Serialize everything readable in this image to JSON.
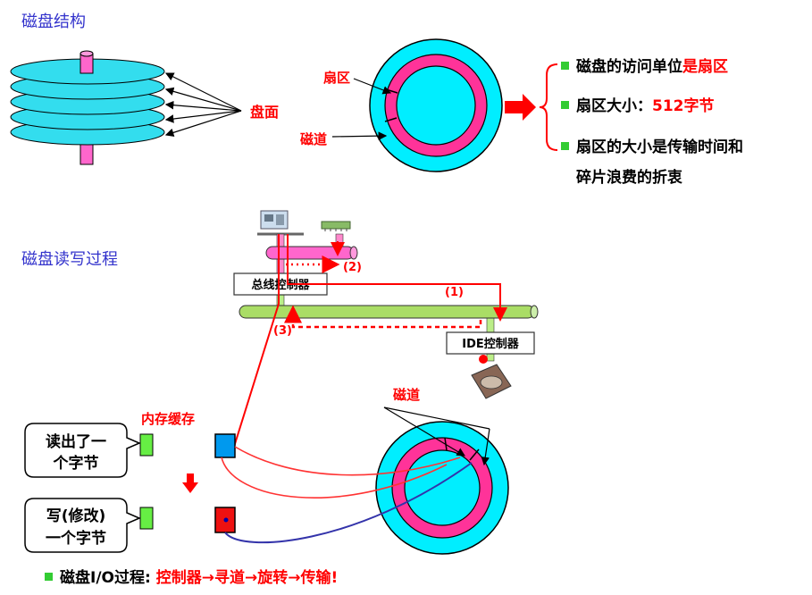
{
  "sections": {
    "structure_title": "磁盘结构",
    "rw_title": "磁盘读写过程"
  },
  "structure": {
    "platter_label": "盘面",
    "sector_label": "扇区",
    "track_label": "磁道"
  },
  "bullets": [
    {
      "prefix": "磁盘的访问单位",
      "highlight": "是扇区",
      "suffix": ""
    },
    {
      "prefix": "扇区大小：",
      "highlight": "512字节",
      "suffix": ""
    },
    {
      "line1": "扇区的大小是传输时间和",
      "line2": "碎片浪费的折衷"
    }
  ],
  "bus": {
    "bus_controller": "总线控制器",
    "ide_controller": "IDE控制器",
    "step1": "(1)",
    "step2": "(2)",
    "step3": "(3)"
  },
  "rw": {
    "memory_cache": "内存缓存",
    "track": "磁道",
    "read_bubble_line1": "读出了一",
    "read_bubble_line2": "个字节",
    "write_bubble_line1": "写(修改)",
    "write_bubble_line2": "一个字节"
  },
  "io_process": {
    "prefix": "磁盘I/O过程: ",
    "steps": [
      "控制器",
      "寻道",
      "旋转",
      "传输!"
    ],
    "arrow": "→"
  },
  "colors": {
    "cyan": "#00ffff",
    "pink": "#ff3399",
    "red": "#ff0000",
    "blue": "#0033cc",
    "green": "#33cc33",
    "bus_green": "#aadd66"
  }
}
